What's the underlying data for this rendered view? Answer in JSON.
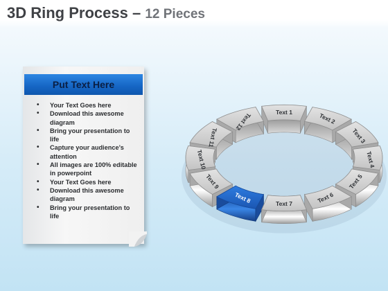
{
  "title": {
    "main": "3D Ring Process",
    "separator": "–",
    "sub": "12 Pieces"
  },
  "note": {
    "heading": "Put Text Here",
    "bullets": [
      "Your Text Goes here",
      "Download this awesome diagram",
      "Bring your presentation to life",
      "Capture your audience’s attention",
      "All images are 100% editable in powerpoint",
      "Your Text Goes here",
      "Download this awesome diagram",
      "Bring your presentation to life"
    ]
  },
  "ring": {
    "highlight_color": "#1f63c6",
    "segment_color": "#c9c9c9",
    "segments": [
      {
        "label": "Text 1",
        "highlighted": false
      },
      {
        "label": "Text 2",
        "highlighted": false
      },
      {
        "label": "Text 3",
        "highlighted": false
      },
      {
        "label": "Text 4",
        "highlighted": false
      },
      {
        "label": "Text 5",
        "highlighted": false
      },
      {
        "label": "Text 6",
        "highlighted": false
      },
      {
        "label": "Text 7",
        "highlighted": false
      },
      {
        "label": "Text 8",
        "highlighted": true
      },
      {
        "label": "Text 9",
        "highlighted": false
      },
      {
        "label": "Text 10",
        "highlighted": false
      },
      {
        "label": "Text 11",
        "highlighted": false
      },
      {
        "label": "Text 12",
        "highlighted": false
      }
    ]
  }
}
